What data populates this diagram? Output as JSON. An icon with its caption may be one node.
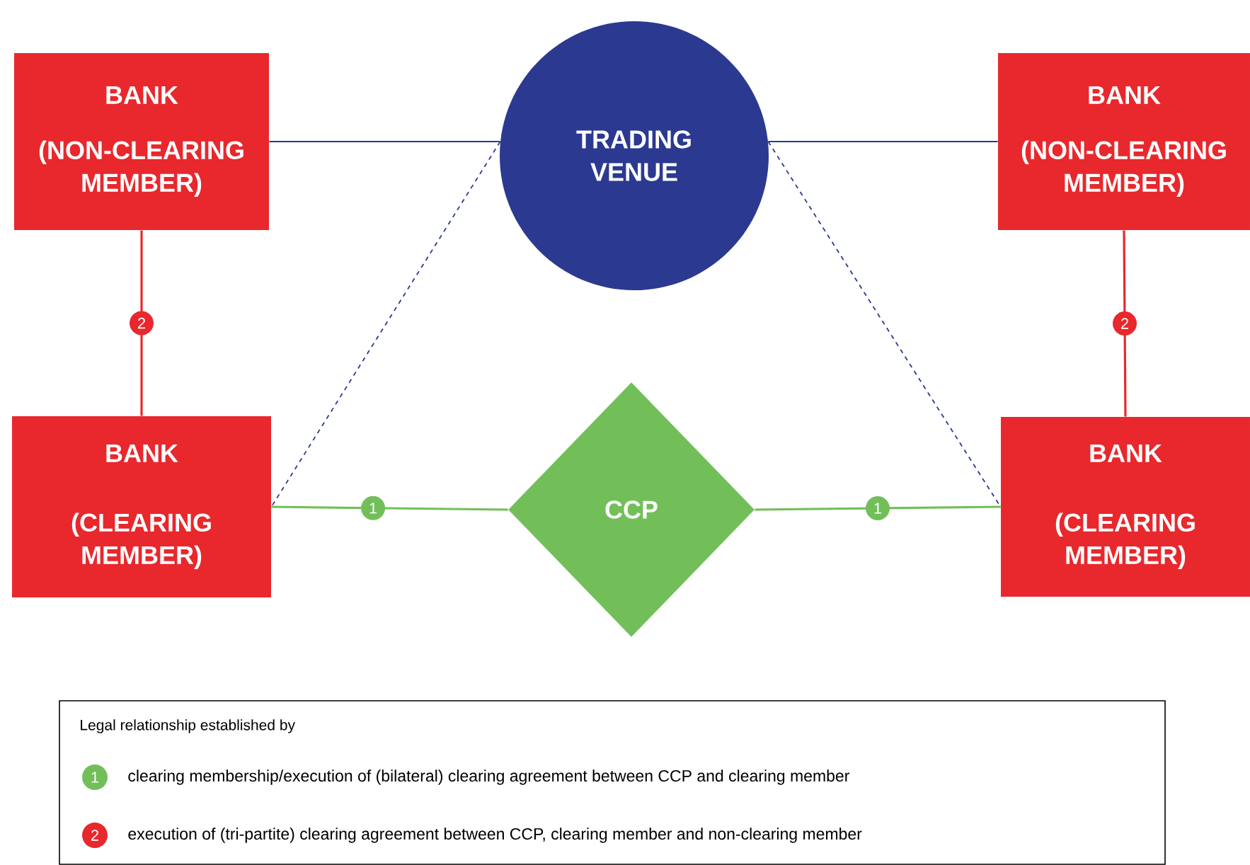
{
  "diagram": {
    "nodes": [
      {
        "text": [
          "BANK",
          "(NON-CLEARING MEMBER)"
        ]
      },
      {
        "text": [
          "TRADING VENUE"
        ]
      },
      {
        "text": [
          "BANK",
          "(NON-CLEARING MEMBER)"
        ]
      },
      {
        "text": [
          "BANK",
          "(CLEARING MEMBER)"
        ]
      },
      {
        "text": [
          "CCP"
        ]
      },
      {
        "text": [
          "BANK",
          "(CLEARING MEMBER)"
        ]
      }
    ],
    "edges": [
      {
        "from": 0,
        "to": 1,
        "arrow": "none",
        "color": "#2b3990"
      },
      {
        "from": 1,
        "to": 2,
        "arrow": "none",
        "color": "#2b3990"
      },
      {
        "from": 0,
        "to": 3,
        "arrow": "none",
        "label": "2",
        "color": "#e8282d"
      },
      {
        "from": 2,
        "to": 5,
        "arrow": "none",
        "label": "2",
        "color": "#e8282d"
      },
      {
        "from": 1,
        "to": 3,
        "arrow": "none",
        "style": "dashed",
        "color": "#2b3990"
      },
      {
        "from": 1,
        "to": 5,
        "arrow": "none",
        "style": "dashed",
        "color": "#2b3990"
      },
      {
        "from": 3,
        "to": 4,
        "arrow": "none",
        "label": "1",
        "color": "#72bf5a"
      },
      {
        "from": 4,
        "to": 5,
        "arrow": "none",
        "label": "1",
        "color": "#72bf5a"
      }
    ],
    "labels": [
      "Legal relationship established by",
      "1",
      "2"
    ],
    "legend": [
      {
        "text": "clearing membership/execution of (bilateral) clearing agreement between CCP and clearing member",
        "color": "#72bf5a"
      },
      {
        "text": "execution of (tri-partite) clearing agreement between CCP, clearing member and non-clearing member",
        "color": "#e8282d"
      }
    ]
  }
}
